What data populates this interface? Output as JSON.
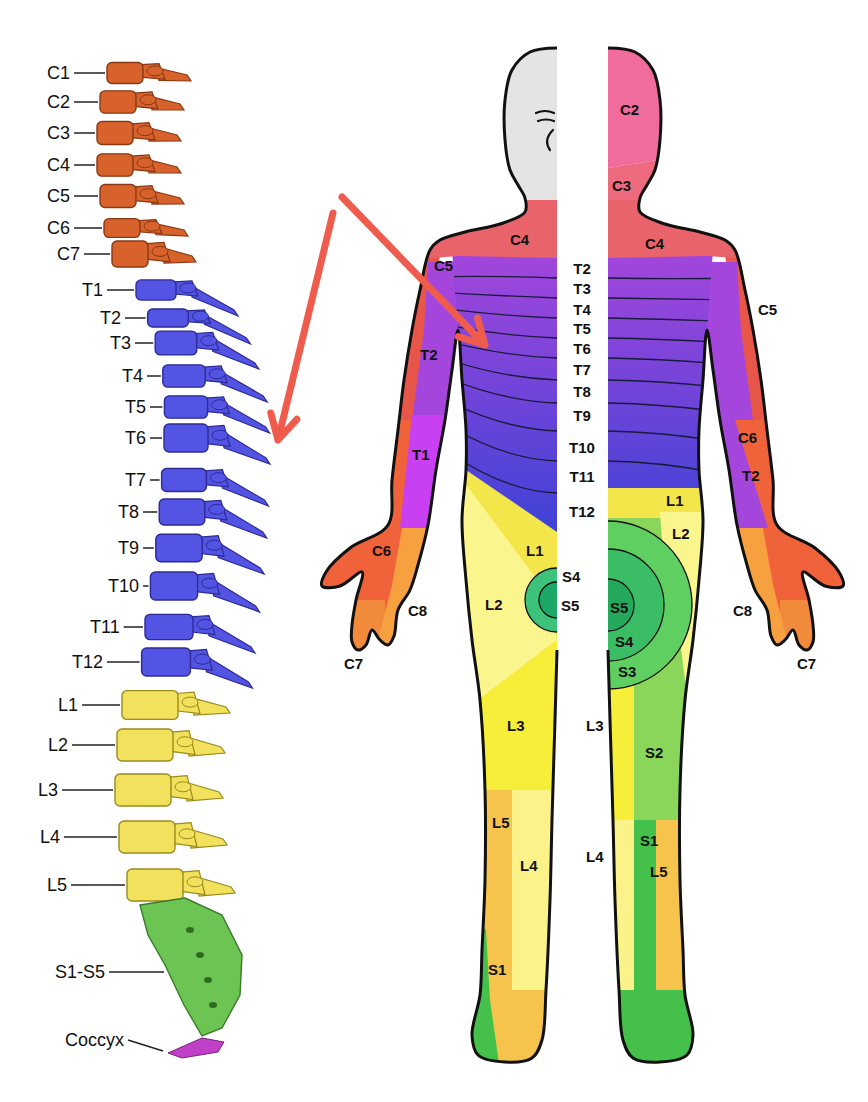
{
  "diagram": {
    "labels": [
      "C1",
      "C2",
      "C3",
      "C4",
      "C5",
      "C6",
      "C7",
      "T1",
      "T2",
      "T3",
      "T4",
      "T5",
      "T6",
      "T7",
      "T8",
      "T9",
      "T10",
      "T11",
      "T12",
      "L1",
      "L2",
      "L3",
      "L4",
      "L5",
      "S1-S5",
      "Coccyx",
      "C2",
      "C3",
      "C4",
      "C4",
      "T2",
      "C5",
      "T3",
      "C5",
      "T4",
      "T5",
      "T2",
      "T6",
      "T7",
      "T8",
      "T9",
      "C6",
      "T10",
      "T1",
      "T2",
      "T11",
      "L1",
      "T12",
      "L2",
      "L1",
      "C6",
      "S4",
      "L2",
      "S5",
      "S5",
      "C8",
      "C8",
      "S4",
      "C7",
      "C7",
      "S3",
      "L3",
      "L3",
      "S2",
      "L5",
      "S1",
      "L4",
      "L4",
      "L5",
      "S1"
    ]
  }
}
